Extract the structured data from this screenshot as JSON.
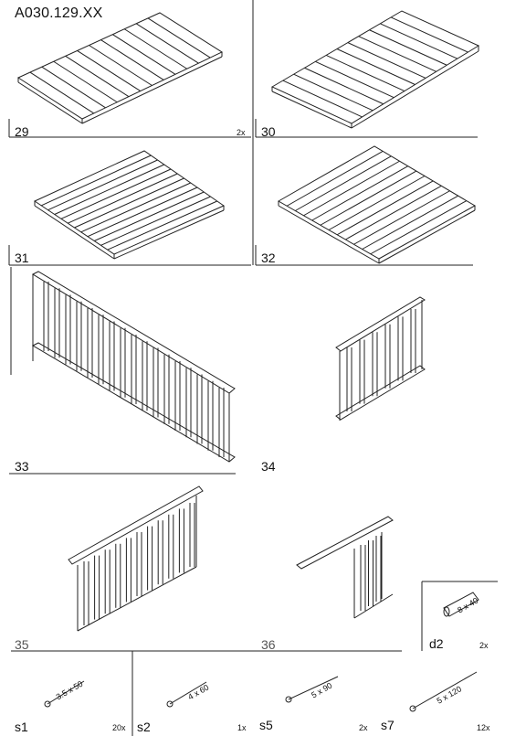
{
  "header": {
    "code": "A030.129.XX"
  },
  "parts": [
    {
      "num": "29",
      "qty": "2x"
    },
    {
      "num": "30",
      "qty": ""
    },
    {
      "num": "31",
      "qty": ""
    },
    {
      "num": "32",
      "qty": ""
    },
    {
      "num": "33",
      "qty": ""
    },
    {
      "num": "34",
      "qty": ""
    },
    {
      "num": "35",
      "qty": ""
    },
    {
      "num": "36",
      "qty": ""
    },
    {
      "num": "d2",
      "qty": "2x",
      "label": "8 x 40"
    }
  ],
  "screws": [
    {
      "num": "s1",
      "qty": "20x",
      "label": "3.5 x 50"
    },
    {
      "num": "s2",
      "qty": "1x",
      "label": "4 x 60"
    },
    {
      "num": "s5",
      "qty": "2x",
      "label": "5 x 90"
    },
    {
      "num": "s7",
      "qty": "12x",
      "label": "5 x 120"
    }
  ]
}
